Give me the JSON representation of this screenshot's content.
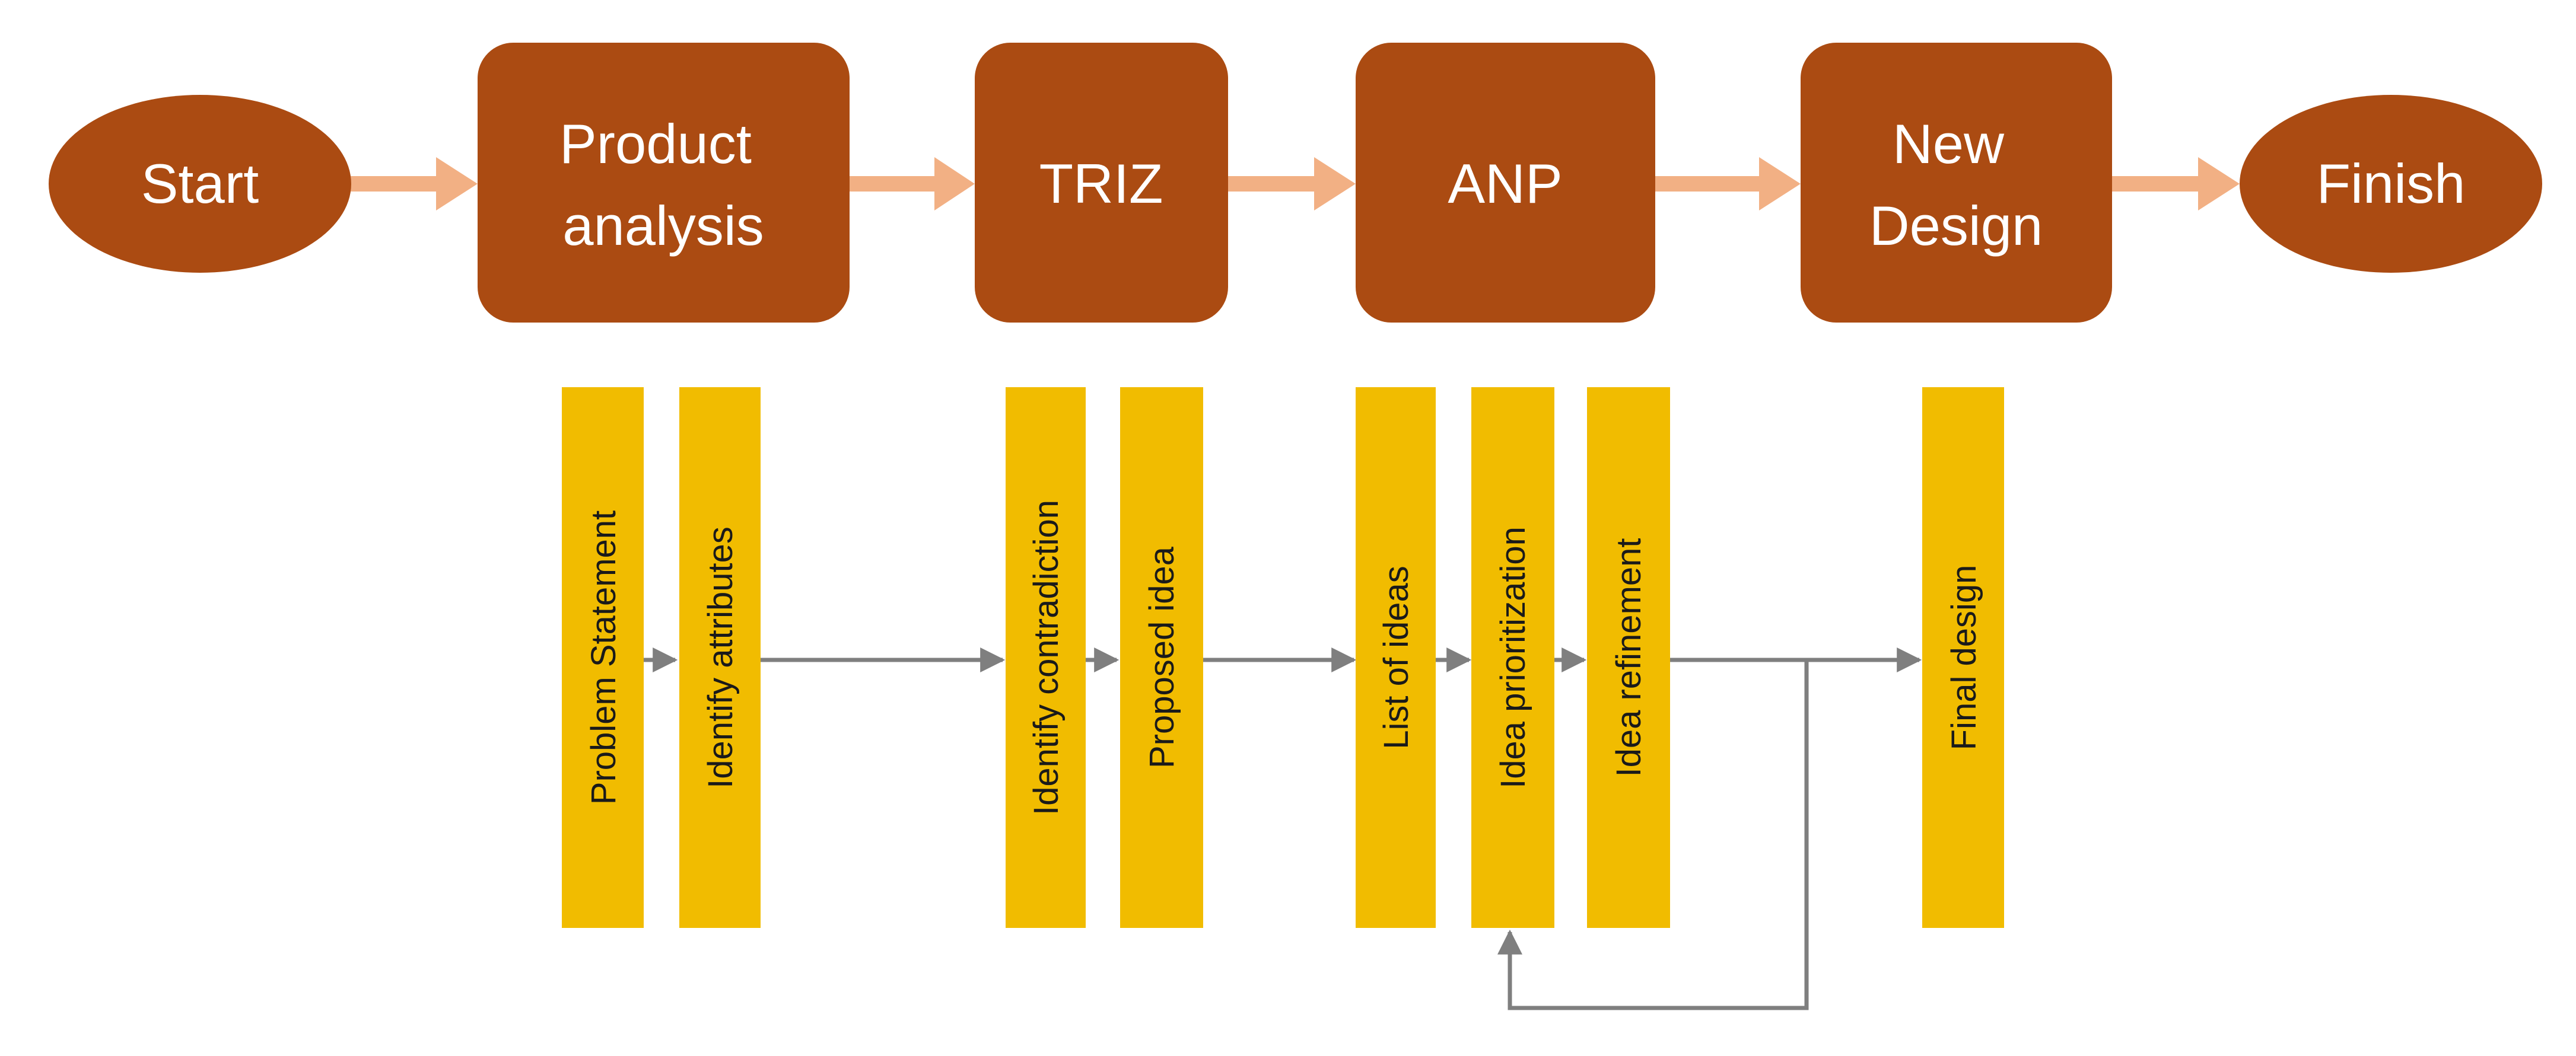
{
  "colors": {
    "stage_fill": "#ab4b12",
    "stage_text": "#ffffff",
    "stage_arrow": "#f2b084",
    "step_fill": "#f1bc00",
    "step_text": "#1a1a1a",
    "connector": "#7f7f7f"
  },
  "stages": {
    "start": "Start",
    "product_analysis": [
      "Product",
      "analysis"
    ],
    "triz": "TRIZ",
    "anp": "ANP",
    "new_design": [
      "New",
      "Design"
    ],
    "finish": "Finish"
  },
  "steps": {
    "problem_statement": "Problem Statement",
    "identify_attributes": "Identify attributes",
    "identify_contradiction": "Identify contradiction",
    "proposed_idea": "Proposed idea",
    "list_of_ideas": "List of ideas",
    "idea_prioritization": "Idea prioritization",
    "idea_refinement": "Idea refinement",
    "final_design": "Final design"
  }
}
